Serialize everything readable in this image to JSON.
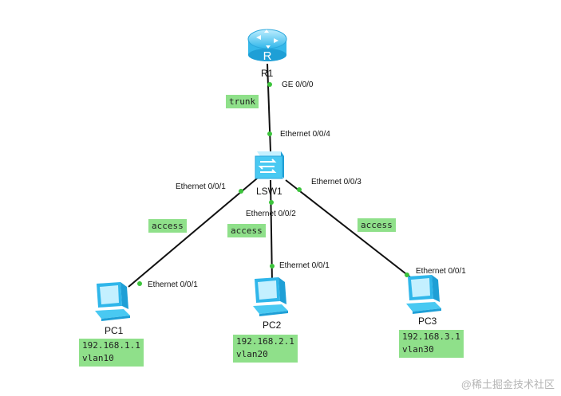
{
  "router": {
    "name": "R1",
    "port": "GE 0/0/0"
  },
  "switch": {
    "name": "LSW1",
    "ports": {
      "uplink": "Ethernet 0/0/4",
      "p1": "Ethernet 0/0/1",
      "p2": "Ethernet 0/0/2",
      "p3": "Ethernet 0/0/3"
    }
  },
  "links": {
    "r1_lsw1_mode": "trunk",
    "pc1_mode": "access",
    "pc2_mode": "access",
    "pc3_mode": "access"
  },
  "pcs": [
    {
      "name": "PC1",
      "port": "Ethernet 0/0/1",
      "ip": "192.168.1.1",
      "vlan": "vlan10"
    },
    {
      "name": "PC2",
      "port": "Ethernet 0/0/1",
      "ip": "192.168.2.1",
      "vlan": "vlan20"
    },
    {
      "name": "PC3",
      "port": "Ethernet 0/0/1",
      "ip": "192.168.3.1",
      "vlan": "vlan30"
    }
  ],
  "watermark": "@稀土掘金技术社区",
  "colors": {
    "tag_bg": "#8fe08a",
    "link": "#111111",
    "port_dot": "#3cc43c",
    "device": "#49c9f2"
  },
  "icons": [
    "router-icon",
    "switch-icon",
    "pc-icon"
  ]
}
